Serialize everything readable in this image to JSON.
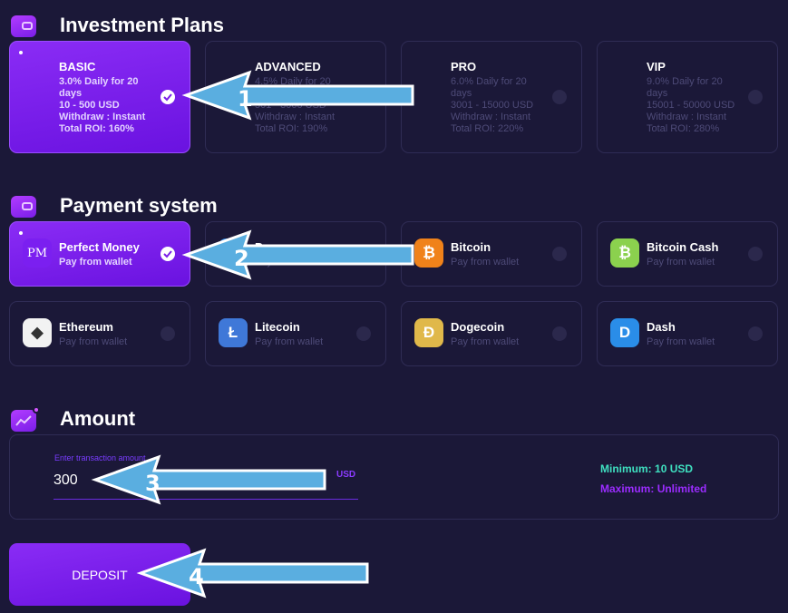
{
  "sections": {
    "plans_title": "Investment Plans",
    "payment_title": "Payment system",
    "amount_title": "Amount"
  },
  "plans": [
    {
      "name": "BASIC",
      "lines": [
        "3.0% Daily for 20",
        "days",
        "10 - 500 USD",
        "Withdraw : Instant",
        "Total ROI: 160%"
      ],
      "selected": true
    },
    {
      "name": "ADVANCED",
      "lines": [
        "4.5% Daily for 20",
        "",
        "501 - 3000 USD",
        "Withdraw : Instant",
        "Total ROI: 190%"
      ],
      "selected": false
    },
    {
      "name": "PRO",
      "lines": [
        "6.0% Daily for 20",
        "days",
        "3001 - 15000 USD",
        "Withdraw : Instant",
        "Total ROI: 220%"
      ],
      "selected": false
    },
    {
      "name": "VIP",
      "lines": [
        "9.0% Daily for 20",
        "days",
        "15001 - 50000 USD",
        "Withdraw : Instant",
        "Total ROI: 280%"
      ],
      "selected": false
    }
  ],
  "payments": [
    {
      "name": "Perfect Money",
      "sub": "Pay from wallet",
      "icon": "perfect-money-icon",
      "icon_text": "PM",
      "color": "#7b1ff0",
      "selected": true
    },
    {
      "name": "Payeer",
      "sub": "Pay from wallet",
      "icon": "payeer-icon",
      "icon_text": "",
      "color": "#2a88e6",
      "selected": false
    },
    {
      "name": "Bitcoin",
      "sub": "Pay from wallet",
      "icon": "bitcoin-icon",
      "icon_text": "₿",
      "color": "#f0821a",
      "selected": false
    },
    {
      "name": "Bitcoin Cash",
      "sub": "Pay from wallet",
      "icon": "bitcoin-cash-icon",
      "icon_text": "₿",
      "color": "#8bd14e",
      "selected": false
    },
    {
      "name": "Ethereum",
      "sub": "Pay from wallet",
      "icon": "ethereum-icon",
      "icon_text": "◆",
      "color": "#f2f2f2",
      "selected": false
    },
    {
      "name": "Litecoin",
      "sub": "Pay from wallet",
      "icon": "litecoin-icon",
      "icon_text": "Ł",
      "color": "#3f78d8",
      "selected": false
    },
    {
      "name": "Dogecoin",
      "sub": "Pay from wallet",
      "icon": "dogecoin-icon",
      "icon_text": "Ð",
      "color": "#e0b84a",
      "selected": false
    },
    {
      "name": "Dash",
      "sub": "Pay from wallet",
      "icon": "dash-icon",
      "icon_text": "D",
      "color": "#2a8de8",
      "selected": false
    }
  ],
  "amount": {
    "label": "Enter transaction amount",
    "value": "300",
    "currency": "USD",
    "minimum_label": "Minimum:",
    "minimum_value": "10 USD",
    "maximum_label": "Maximum:",
    "maximum_value": "Unlimited"
  },
  "deposit_label": "DEPOSIT",
  "annotations": [
    "1",
    "2",
    "3",
    "4"
  ],
  "colors": {
    "background": "#1b1838",
    "accent": "#8a2cf5",
    "minimum": "#3fe0c0",
    "maximum": "#9b2cff",
    "arrow": "#5aaee0"
  }
}
